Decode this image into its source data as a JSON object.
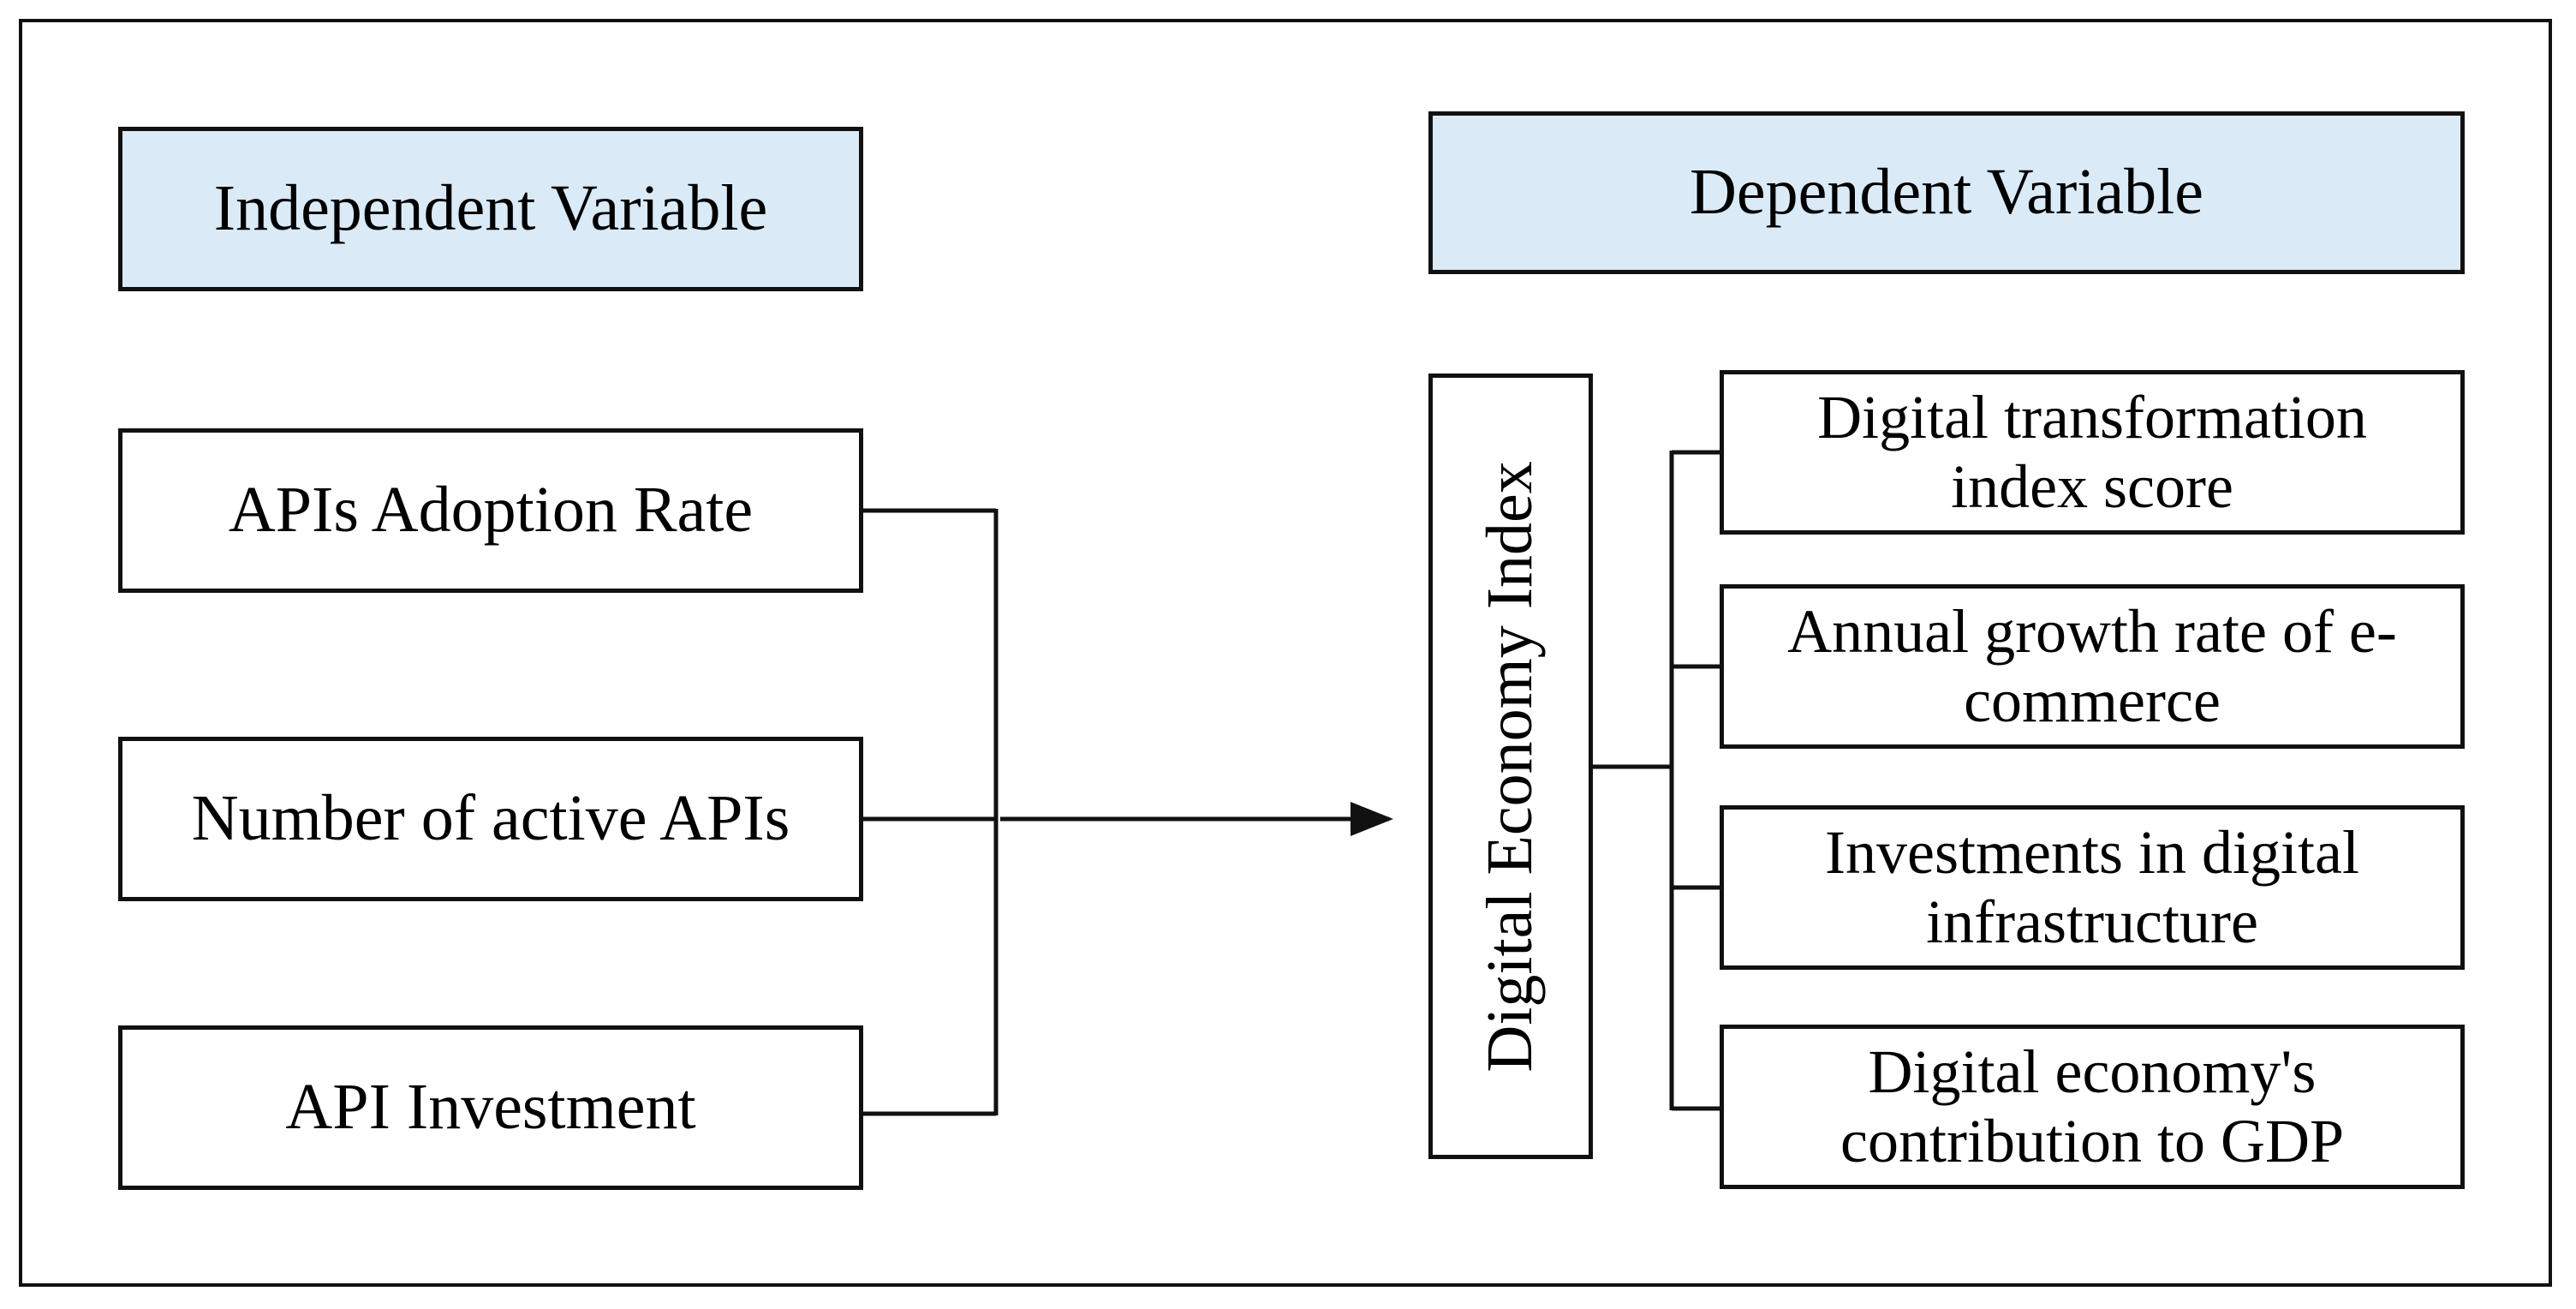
{
  "independent": {
    "header": "Independent Variable",
    "items": [
      "APIs Adoption Rate",
      "Number of active APIs",
      "API Investment"
    ]
  },
  "dependent": {
    "header": "Dependent Variable",
    "index_label": "Digital Economy Index",
    "indicators": [
      "Digital transformation index score",
      "Annual growth rate of e-commerce",
      "Investments in digital infrastructure",
      "Digital economy's contribution to GDP"
    ]
  },
  "colors": {
    "header_fill": "#dbeaf7",
    "stroke": "#111111"
  }
}
